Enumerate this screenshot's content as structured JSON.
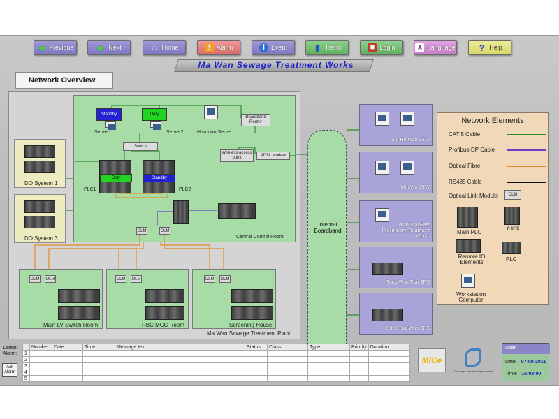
{
  "toolbar": {
    "previous": "Previous",
    "next": "Next",
    "home": "Home",
    "alarm": "Alarm",
    "event": "Event",
    "trend": "Trend",
    "login": "Login",
    "language": "Language",
    "help": "Help"
  },
  "title": "Ma Wan Sewage Treatment Works",
  "view_title": "Network Overview",
  "plant": {
    "name": "Ma Wan Sewage Treatment Plant",
    "control_room": "Central Control Room",
    "do_system_1": "DO System 1",
    "do_system_3": "DO System 3",
    "standby_server": "Standby",
    "duty_server": "Duty",
    "server1": "Server1",
    "server2": "Server2",
    "historian": "Historian Server",
    "router": "Boardband Router",
    "switch": "Switch",
    "wireless": "Wireless access point",
    "adsl": "ADSL Modem",
    "plc1_label": "PLC1",
    "plc2_label": "PLC2",
    "plc1_state": "Duty",
    "plc2_state": "Standby",
    "olm": "OLM",
    "main_lv": "Main LV Switch Room",
    "rbc_mcc": "RBC MCC Room",
    "screening": "Screening House"
  },
  "internet": "Internet Boardband",
  "sites": [
    "Siu Ho Wan STW",
    "Mui Wo STW",
    "Wan Tsai East Preliminary Treatment Works",
    "Tung Wan Tsai SPS",
    "Shek Tsai Wan SPS"
  ],
  "legend": {
    "title": "Network Elements",
    "cat5": "CAT 5 Cable",
    "profibus": "Profibus-DP Cable",
    "optical": "Optical Fibre",
    "rs485": "RS485 Cable",
    "olm_module": "Optical Link Module",
    "olm_tag": "OLM",
    "main_plc": "Main PLC",
    "ylink": "Y-link",
    "remote_io": "Remote IO Elements",
    "plc": "PLC",
    "workstation": "Workstation Computer",
    "colors": {
      "cat5": "#2e8b2e",
      "profibus": "#6a3fc7",
      "optical": "#e08a2a",
      "rs485": "#111111"
    }
  },
  "alarm_panel": {
    "latest": "Latest Alarm:",
    "ack": "Ack Alarm",
    "columns": [
      "",
      "Number",
      "Date",
      "Time",
      "Message text",
      "Status",
      "Class",
      "Type",
      "Priority",
      "Duration"
    ],
    "rows": [
      "1",
      "2",
      "3",
      "4",
      "5"
    ]
  },
  "logos": {
    "mice": "MiCe",
    "dsd": "Drainage Services Department"
  },
  "status": {
    "user_label": "User:",
    "user": "",
    "date_label": "Date:",
    "date": "07-08-2011",
    "time_label": "Time:",
    "time": "16:03:00"
  }
}
